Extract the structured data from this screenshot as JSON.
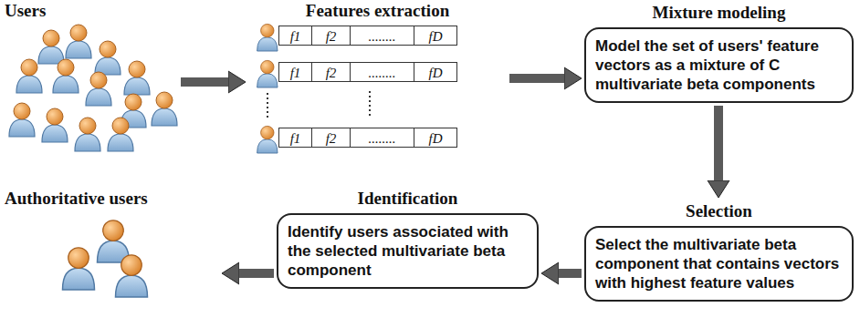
{
  "diagram": {
    "nodes": [
      {
        "text": [
          "Users"
        ]
      },
      {
        "text": [
          "Features extraction"
        ]
      },
      {
        "text": [
          "Mixture modeling",
          "Model the set of users' feature vectors as a mixture of C multivariate beta components"
        ]
      },
      {
        "text": [
          "Selection",
          "Select the multivariate beta component that contains vectors with highest feature values"
        ]
      },
      {
        "text": [
          "Identification",
          "Identify users associated with the selected multivariate beta component"
        ]
      },
      {
        "text": [
          "Authoritative users"
        ]
      }
    ],
    "edges": [
      {
        "from": 0,
        "to": 1,
        "arrow": "to"
      },
      {
        "from": 1,
        "to": 2,
        "arrow": "to"
      },
      {
        "from": 2,
        "to": 3,
        "arrow": "to"
      },
      {
        "from": 3,
        "to": 4,
        "arrow": "to"
      },
      {
        "from": 4,
        "to": 5,
        "arrow": "to"
      }
    ],
    "labels": [
      "f1",
      "f2",
      "........",
      "fD",
      "f1",
      "f2",
      "........",
      "fD",
      "f1",
      "f2",
      "........",
      "fD"
    ]
  }
}
